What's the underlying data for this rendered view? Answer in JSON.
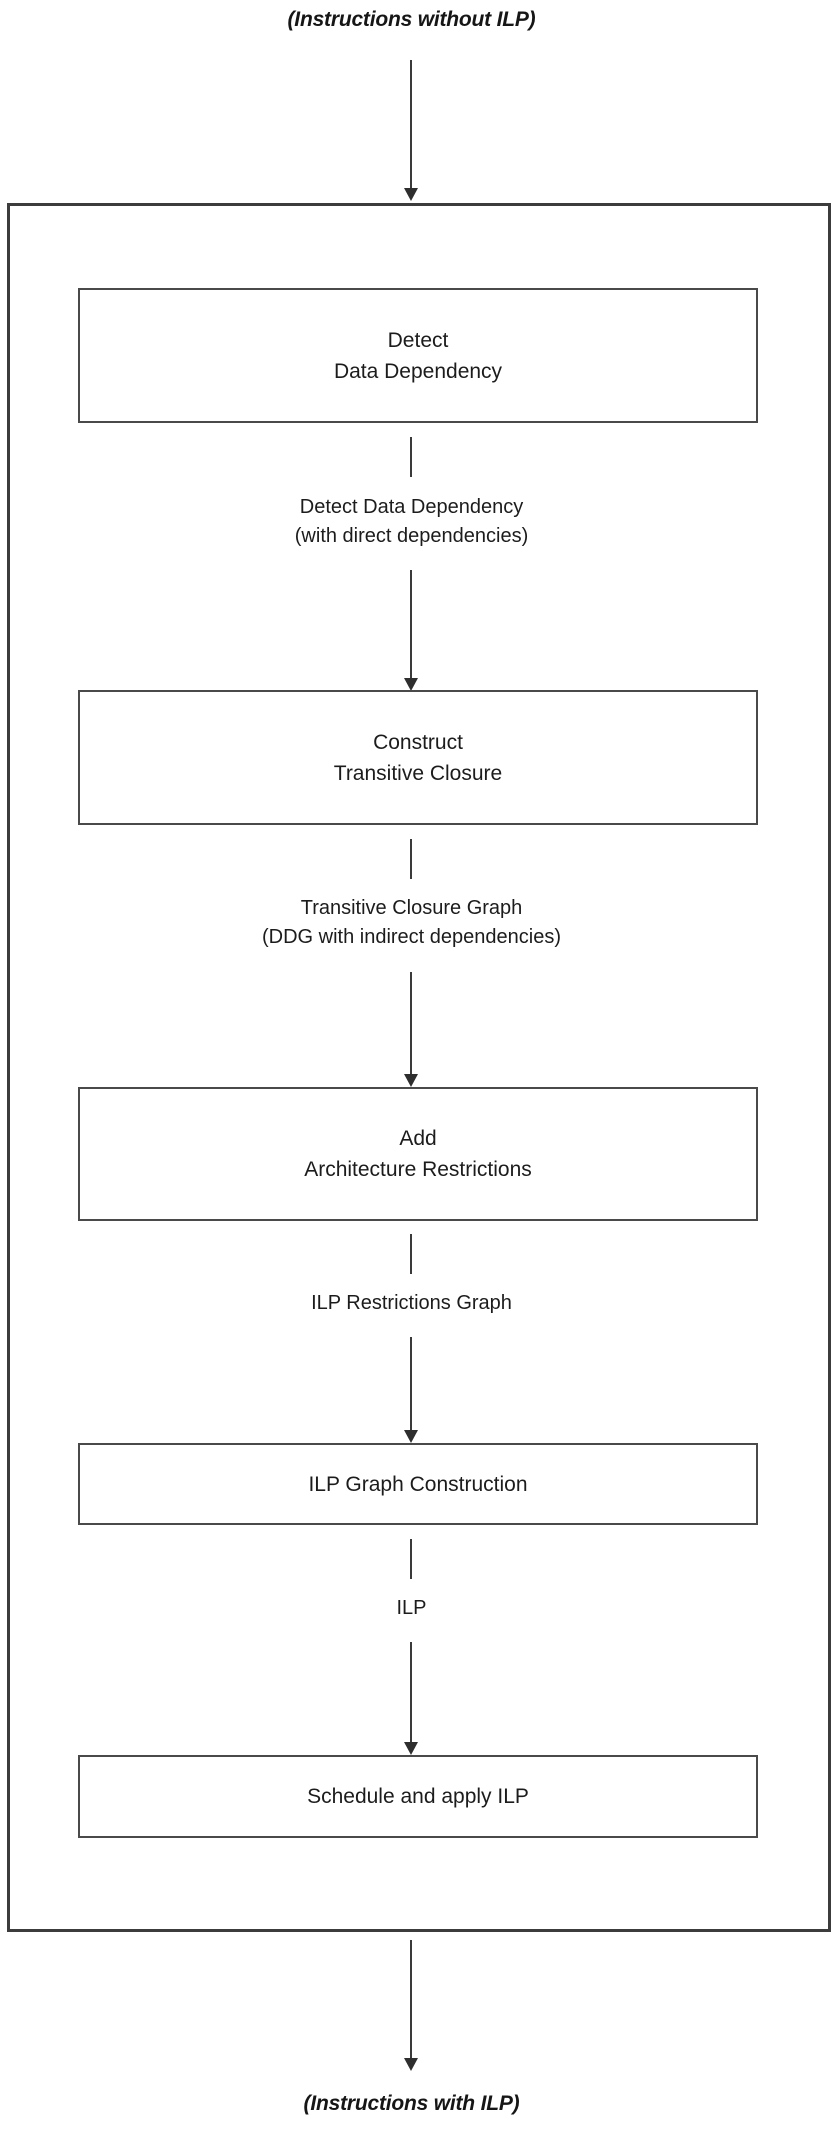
{
  "diagram": {
    "title_top": "(Instructions without ILP)",
    "title_bottom": "(Instructions with ILP)",
    "colors": {
      "outer_border": "#3c3c3c",
      "box_border": "#4a4a4a",
      "connector": "#3a3a3a",
      "text": "#1c1c1c",
      "background": "#ffffff"
    },
    "steps": [
      {
        "line1": "Detect",
        "line2": "Data Dependency"
      },
      {
        "line1": "Construct",
        "line2": "Transitive Closure"
      },
      {
        "line1": "Add",
        "line2": "Architecture Restrictions"
      },
      {
        "line1": "ILP Graph Construction",
        "line2": ""
      },
      {
        "line1": "Schedule and apply ILP",
        "line2": ""
      }
    ],
    "edges": [
      {
        "line1": "Detect Data Dependency",
        "line2": "(with direct dependencies)"
      },
      {
        "line1": "Transitive Closure Graph",
        "line2": "(DDG with indirect dependencies)"
      },
      {
        "line1": "ILP Restrictions Graph",
        "line2": ""
      },
      {
        "line1": "ILP",
        "line2": ""
      }
    ]
  }
}
